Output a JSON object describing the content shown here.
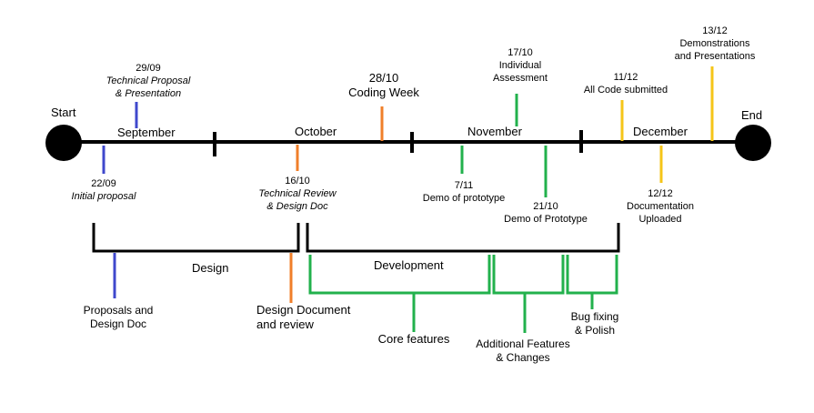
{
  "colors": {
    "axis": "#000000",
    "design": "#3f48cc",
    "review": "#f07f2a",
    "development": "#22b14c",
    "final": "#f5c518"
  },
  "timeline": {
    "start_label": "Start",
    "end_label": "End",
    "months": [
      "September",
      "October",
      "November",
      "December"
    ]
  },
  "milestones": [
    {
      "date": "29/09",
      "lines": [
        "Technical Proposal",
        "& Presentation"
      ],
      "italic": true
    },
    {
      "date": "22/09",
      "lines": [
        "Initial proposal"
      ],
      "italic": true
    },
    {
      "date": "16/10",
      "lines": [
        "Technical Review",
        "& Design Doc"
      ],
      "italic": true
    },
    {
      "date": "28/10",
      "lines": [
        "Coding Week"
      ],
      "italic": false
    },
    {
      "date": "17/10",
      "lines": [
        "Individual",
        "Assessment"
      ],
      "italic": false
    },
    {
      "date": "7/11",
      "lines": [
        "Demo of prototype"
      ],
      "italic": false
    },
    {
      "date": "21/10",
      "lines": [
        "Demo of Prototype"
      ],
      "italic": false
    },
    {
      "date": "11/12",
      "lines": [
        "All Code submitted"
      ],
      "italic": false
    },
    {
      "date": "12/12",
      "lines": [
        "Documentation",
        "Uploaded"
      ],
      "italic": false
    },
    {
      "date": "13/12",
      "lines": [
        "Demonstrations",
        "and Presentations"
      ],
      "italic": false
    }
  ],
  "phases": {
    "design": {
      "label": "Design",
      "items": [
        {
          "lines": [
            "Proposals and",
            "Design Doc"
          ]
        },
        {
          "lines": [
            "Design Document",
            "and review"
          ]
        }
      ]
    },
    "development": {
      "label": "Development",
      "items": [
        {
          "lines": [
            "Core features"
          ]
        },
        {
          "lines": [
            "Additional Features",
            "& Changes"
          ]
        },
        {
          "lines": [
            "Bug fixing",
            "& Polish"
          ]
        }
      ]
    }
  }
}
